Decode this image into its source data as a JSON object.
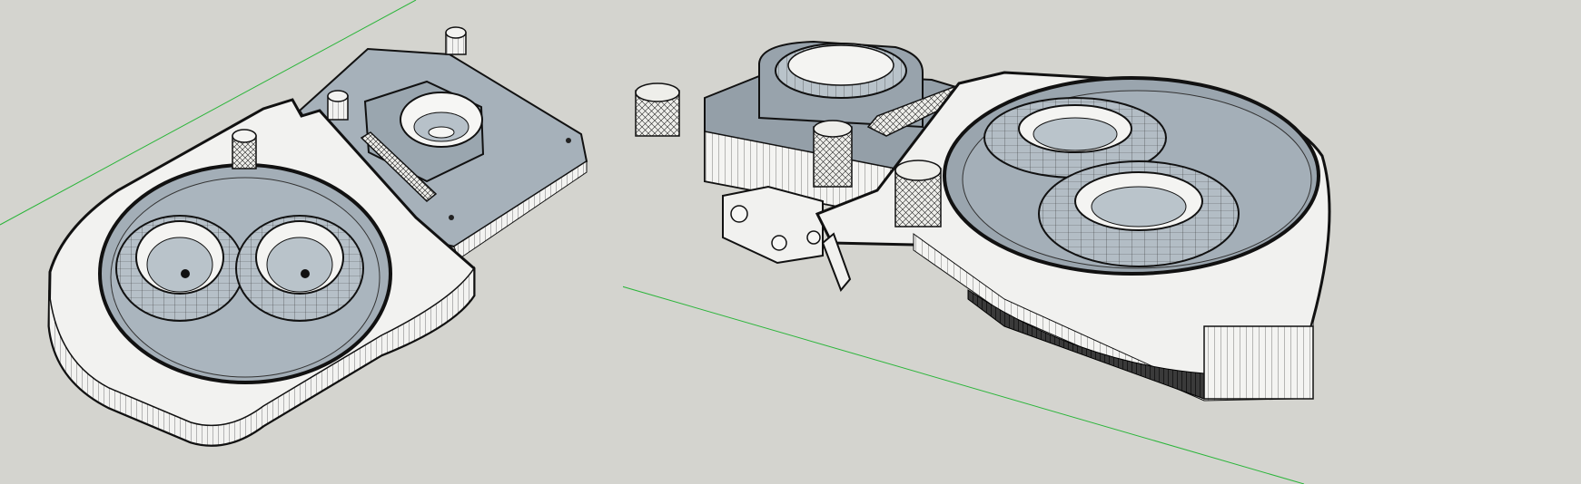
{
  "scene": {
    "background_color": "#d4d4cf",
    "model_face_color": "#a9b4bd",
    "model_face_dark_color": "#8c98a2",
    "model_side_color": "#f3f3f1",
    "edge_color": "#111111",
    "axis_color": "#2bb53a"
  },
  "viewports": [
    {
      "view": "top-oblique",
      "model": "extruder-assembly"
    },
    {
      "view": "perspective-side",
      "model": "extruder-assembly"
    }
  ]
}
